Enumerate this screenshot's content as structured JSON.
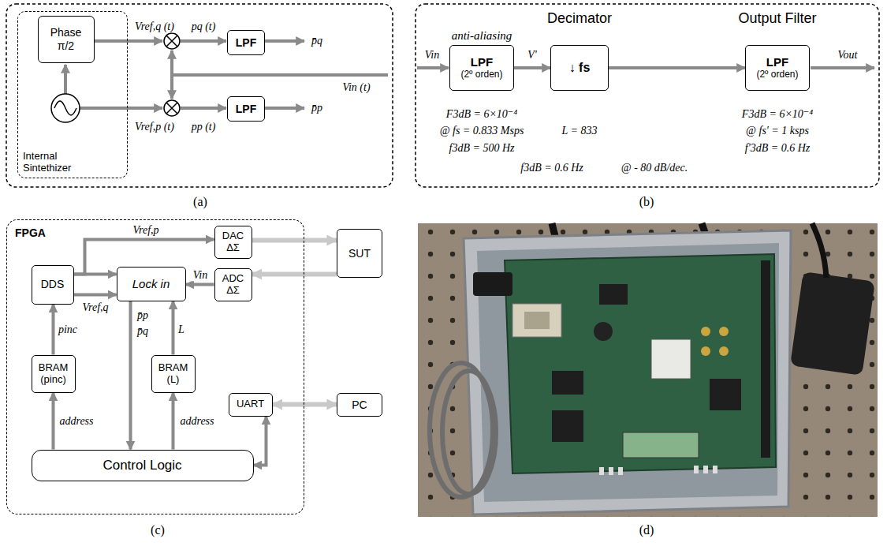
{
  "diagram": {
    "nodes": [
      {
        "text": [
          "Internal Sintethizer"
        ]
      },
      {
        "text": [
          "Phase π/2"
        ],
        "in": 0
      },
      {
        "text": [
          "LPF"
        ]
      },
      {
        "text": [
          "LPF"
        ]
      },
      {
        "text": [
          "anti-aliasing",
          "LPF",
          "(2º orden)"
        ]
      },
      {
        "text": [
          "Decimator",
          "↓ fs"
        ]
      },
      {
        "text": [
          "Output Filter",
          "LPF",
          "(2º orden)"
        ]
      },
      {
        "text": [
          "FPGA"
        ]
      },
      {
        "text": [
          "DAC ΔΣ"
        ],
        "in": 7
      },
      {
        "text": [
          "SUT"
        ]
      },
      {
        "text": [
          "ADC ΔΣ"
        ],
        "in": 7
      },
      {
        "text": [
          "DDS"
        ],
        "in": 7
      },
      {
        "text": [
          "Lock in"
        ],
        "in": 7
      },
      {
        "text": [
          "BRAM (pinc)"
        ],
        "in": 7
      },
      {
        "text": [
          "BRAM (L)"
        ],
        "in": 7
      },
      {
        "text": [
          "UART"
        ],
        "in": 7
      },
      {
        "text": [
          "PC"
        ]
      },
      {
        "text": [
          "Control Logic"
        ],
        "in": 7
      }
    ],
    "edges": [
      {
        "from": 4,
        "to": 5,
        "arrow": "to",
        "label": "V'"
      },
      {
        "from": 5,
        "to": 6,
        "arrow": "to"
      },
      {
        "from": 11,
        "to": 8,
        "arrow": "to",
        "label": "Vref,p"
      },
      {
        "from": 11,
        "to": 12,
        "arrow": "to"
      },
      {
        "from": 11,
        "to": 12,
        "arrow": "to",
        "label": "Vref,q"
      },
      {
        "from": 8,
        "to": 9,
        "arrow": "to"
      },
      {
        "from": 9,
        "to": 10,
        "arrow": "to"
      },
      {
        "from": 10,
        "to": 12,
        "arrow": "to",
        "label": "Vin"
      },
      {
        "from": 13,
        "to": 11,
        "arrow": "to",
        "label": "pinc"
      },
      {
        "from": 14,
        "to": 12,
        "arrow": "to",
        "label": "L"
      },
      {
        "from": 12,
        "to": 17,
        "arrow": "to",
        "label": "p̄p"
      },
      {
        "from": 17,
        "to": 13,
        "arrow": "to",
        "label": "address"
      },
      {
        "from": 17,
        "to": 14,
        "arrow": "to",
        "label": "address"
      },
      {
        "from": 15,
        "to": 17,
        "arrow": "both"
      },
      {
        "from": 15,
        "to": 16,
        "arrow": "both"
      }
    ],
    "labels": [
      "Vref,q (t)",
      "pq (t)",
      "p̄q",
      "Vin (t)",
      "Vref,p (t)",
      "pp (t)",
      "p̄p",
      "(a)",
      "Vin",
      "F3dB = 6×10⁻⁴",
      "@ fs = 0.833 Msps",
      "f3dB = 500 Hz",
      "L = 833",
      "f3dB = 0.6 Hz",
      "@ - 80 dB/dec.",
      "F3dB = 6×10⁻⁴",
      "@ fs' = 1 ksps",
      "f'3dB = 0.6 Hz",
      "Vout",
      "(b)",
      "p̄q",
      "(c)",
      "(d)"
    ]
  }
}
